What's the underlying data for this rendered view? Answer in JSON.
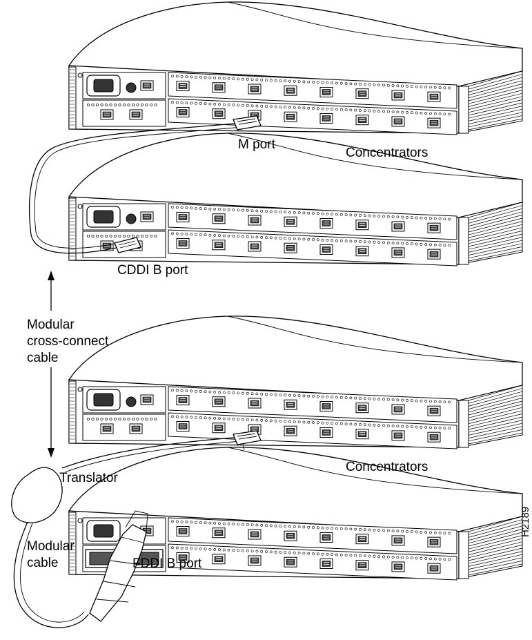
{
  "labels": {
    "m_port": "M port",
    "concentrators_top": "Concentrators",
    "cddi_b_port": "CDDI B port",
    "modular_cross_connect_cable": [
      "Modular",
      "cross-connect",
      "cable"
    ],
    "translator": "Translator",
    "concentrators_bottom": "Concentrators",
    "modular_cable": [
      "Modular",
      "cable"
    ],
    "fddi_b_port": "FDDI B port",
    "figure_id": "H2189"
  },
  "units": [
    {
      "id": "unit-1",
      "connected_port": "M port"
    },
    {
      "id": "unit-2",
      "connected_port": "CDDI B port"
    },
    {
      "id": "unit-3",
      "connected_port": "M port"
    },
    {
      "id": "unit-4",
      "connected_port": "FDDI B port"
    }
  ],
  "ports_per_row": 8
}
